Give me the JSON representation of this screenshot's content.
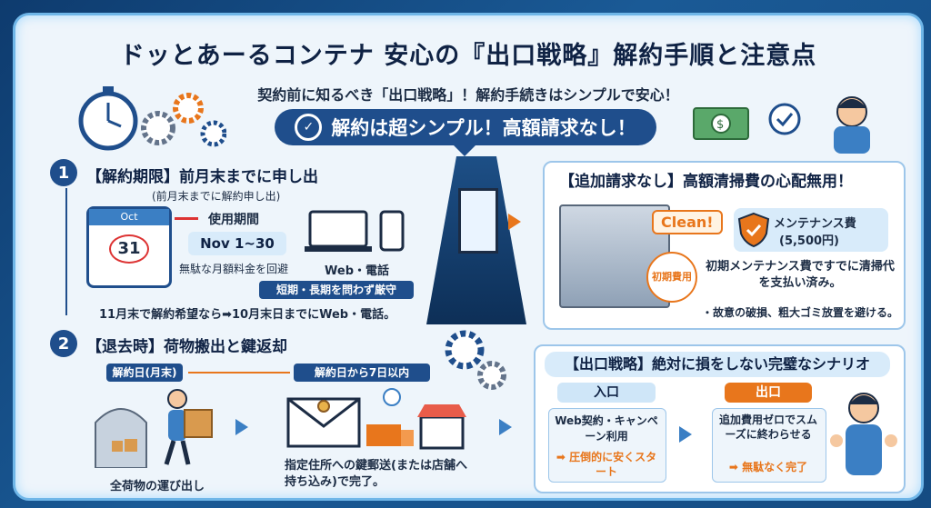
{
  "header": {
    "title": "ドッとあーるコンテナ 安心の『出口戦略』解約手順と注意点",
    "subtitle": "契約前に知るべき「出口戦略」！解約手続きはシンプルで安心！",
    "banner": "解約は超シンプル！高額請求なし！"
  },
  "step1": {
    "number": "1",
    "heading": "【解約期限】前月末までに申し出",
    "sub": "(前月末までに解約申し出)",
    "calendar_month": "Oct",
    "calendar_day": "31",
    "usage_label": "使用期間",
    "usage_period": "Nov 1~30",
    "avoid_fee": "無駄な月額料金を回避",
    "contact": "Web・電話",
    "strict": "短期・長期を問わず厳守",
    "example": "11月末で解約希望なら➡10月末日までにWeb・電話。"
  },
  "step2": {
    "number": "2",
    "heading": "【退去時】荷物搬出と鍵返却",
    "tag_a": "解約日(月末)",
    "tag_b": "解約日から7日以内",
    "caption_a": "全荷物の運び出し",
    "caption_b": "指定住所への鍵郵送(または店舗へ持ち込み)で完了。"
  },
  "extra": {
    "heading": "【追加請求なし】高額清掃費の心配無用！",
    "clean": "Clean!",
    "stamp": "初期費用",
    "fee_name": "メンテナンス費",
    "fee_amount": "(5,500円)",
    "note": "初期メンテナンス費ですでに清掃代を支払い済み。",
    "caution": "・故意の破損、粗大ゴミ放置を避ける。"
  },
  "exit": {
    "heading": "【出口戦略】絶対に損をしない完璧なシナリオ",
    "entry_label": "入口",
    "entry_text": "Web契約・キャンペーン利用",
    "entry_result": "➡ 圧倒的に安くスタート",
    "exit_label": "出口",
    "exit_text": "追加費用ゼロでスムーズに終わらせる",
    "exit_result": "➡ 無駄なく完了"
  },
  "colors": {
    "navy": "#1f4e8c",
    "orange": "#e8761c",
    "bg": "#eef5fb"
  }
}
